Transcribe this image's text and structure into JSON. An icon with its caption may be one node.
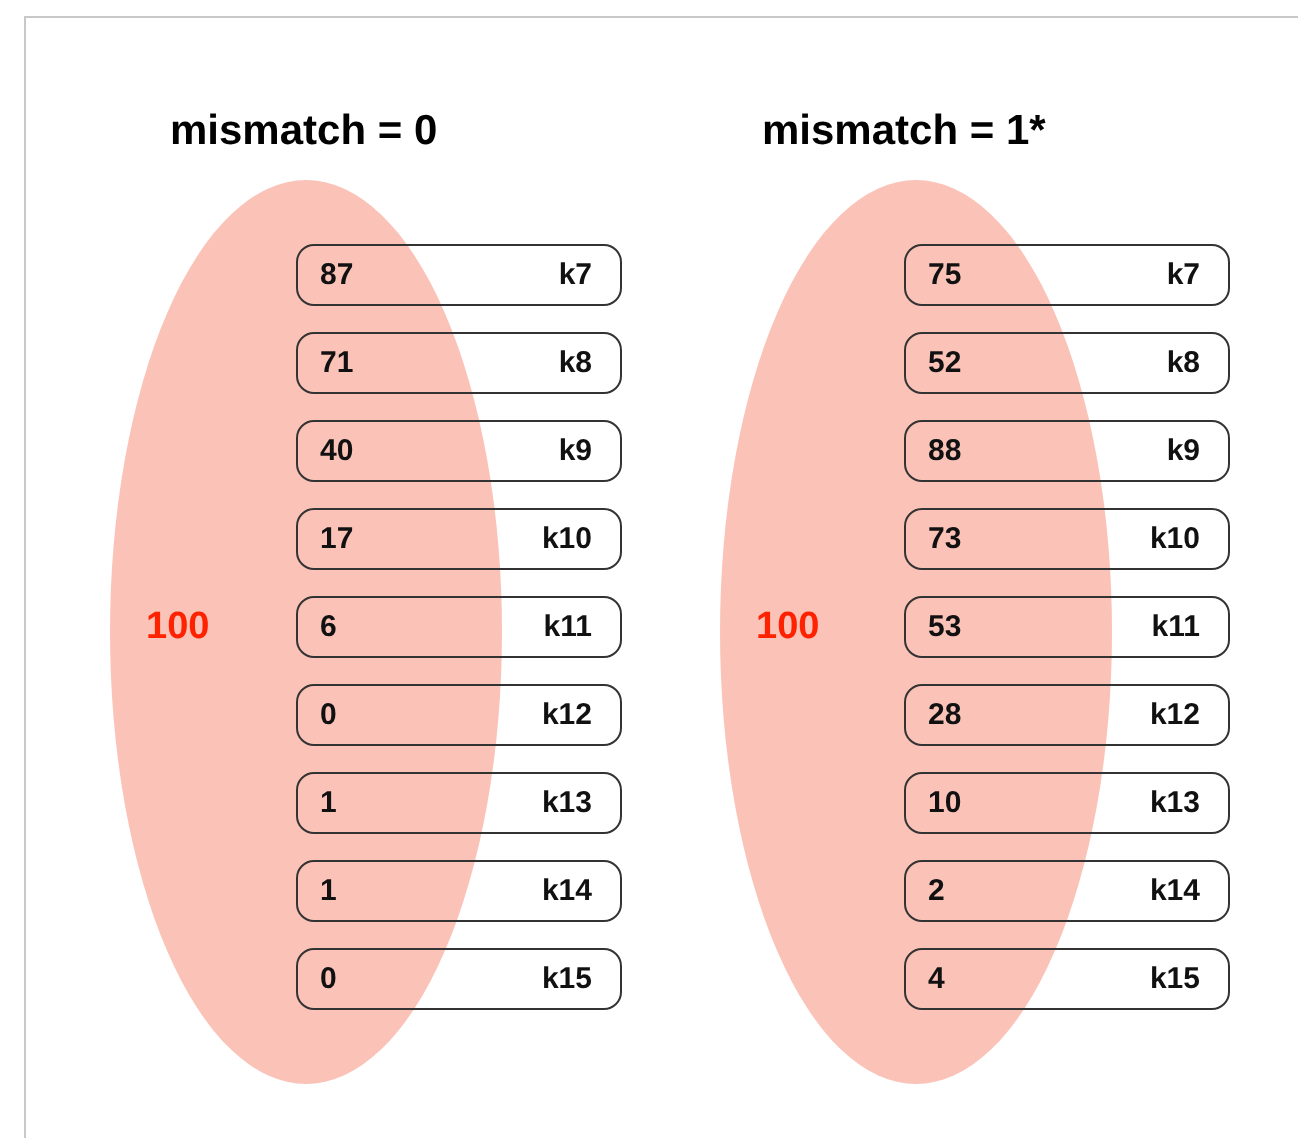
{
  "diagram": {
    "nodes": [
      {
        "text": [
          "100"
        ]
      },
      {
        "text": [
          "87",
          "k7"
        ]
      },
      {
        "text": [
          "71",
          "k8"
        ]
      },
      {
        "text": [
          "40",
          "k9"
        ]
      },
      {
        "text": [
          "17",
          "k10"
        ]
      },
      {
        "text": [
          "6",
          "k11"
        ]
      },
      {
        "text": [
          "0",
          "k12"
        ]
      },
      {
        "text": [
          "1",
          "k13"
        ]
      },
      {
        "text": [
          "1",
          "k14"
        ]
      },
      {
        "text": [
          "0",
          "k15"
        ]
      },
      {
        "text": [
          "100"
        ]
      },
      {
        "text": [
          "75",
          "k7"
        ]
      },
      {
        "text": [
          "52",
          "k8"
        ]
      },
      {
        "text": [
          "88",
          "k9"
        ]
      },
      {
        "text": [
          "73",
          "k10"
        ]
      },
      {
        "text": [
          "53",
          "k11"
        ]
      },
      {
        "text": [
          "28",
          "k12"
        ]
      },
      {
        "text": [
          "10",
          "k13"
        ]
      },
      {
        "text": [
          "2",
          "k14"
        ]
      },
      {
        "text": [
          "4",
          "k15"
        ]
      }
    ],
    "edges": [],
    "labels": [
      "mismatch = 0",
      "mismatch = 1*"
    ]
  }
}
